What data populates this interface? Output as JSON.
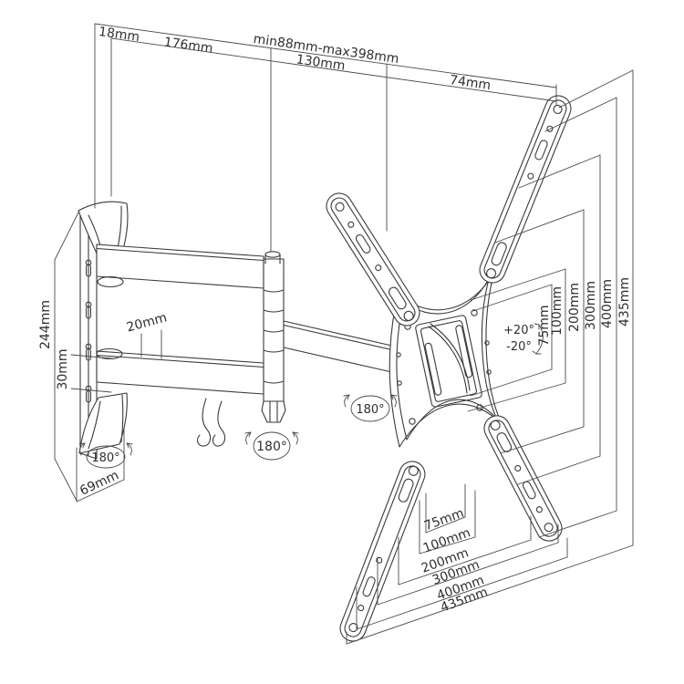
{
  "dimensions": {
    "top": [
      "18mm",
      "176mm",
      "min88mm-max398mm",
      "130mm",
      "74mm"
    ],
    "left": [
      "244mm",
      "30mm",
      "20mm",
      "69mm"
    ],
    "vesa_vertical": [
      "75mm",
      "100mm",
      "200mm",
      "300mm",
      "400mm",
      "435mm"
    ],
    "vesa_horizontal": [
      "75mm",
      "100mm",
      "200mm",
      "300mm",
      "400mm",
      "435mm"
    ]
  },
  "angles": {
    "swivel_wall": "180°",
    "swivel_elbow": "180°",
    "swivel_screen": "180°",
    "tilt_up": "+20°",
    "tilt_down": "-20°"
  },
  "colors": {
    "line": "#3a3a3a",
    "dimension_line": "#4a4a4a",
    "background": "#ffffff"
  }
}
